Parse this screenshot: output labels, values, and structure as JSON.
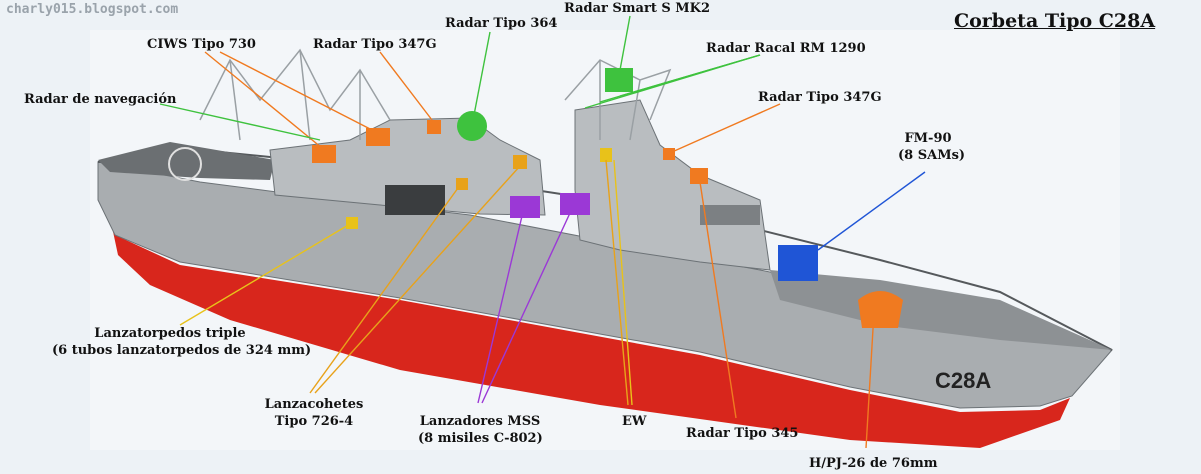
{
  "watermark": "charly015.blogspot.com",
  "title": "Corbeta Tipo C28A",
  "hull_marking": "C28A",
  "colors": {
    "background": "#edf2f6",
    "hull_grey": "#a9adb0",
    "hull_red": "#d8261c",
    "ciws": "#f07a20",
    "radar_364": "#3ec23e",
    "mss": "#9b38d6",
    "fm90": "#1f55d6",
    "yellow": "#e8c21a"
  },
  "labels": {
    "ciws": "CIWS Tipo 730",
    "radar_347g_fwd": "Radar Tipo 347G",
    "radar_364": "Radar Tipo 364",
    "radar_smart_s": "Radar Smart S MK2",
    "radar_racal": "Radar Racal RM 1290",
    "radar_347g_aft": "Radar Tipo 347G",
    "radar_nav": "Radar de navegación",
    "fm90_line1": "FM-90",
    "fm90_line2": "(8 SAMs)",
    "torpedo_line1": "Lanzatorpedos triple",
    "torpedo_line2": "(6 tubos lanzatorpedos de 324 mm)",
    "rocket_line1": "Lanzacohetes",
    "rocket_line2": "Tipo 726-4",
    "mss_line1": "Lanzadores MSS",
    "mss_line2": "(8 misiles C-802)",
    "ew": "EW",
    "radar_345": "Radar Tipo 345",
    "gun": "H/PJ-26 de 76mm"
  }
}
